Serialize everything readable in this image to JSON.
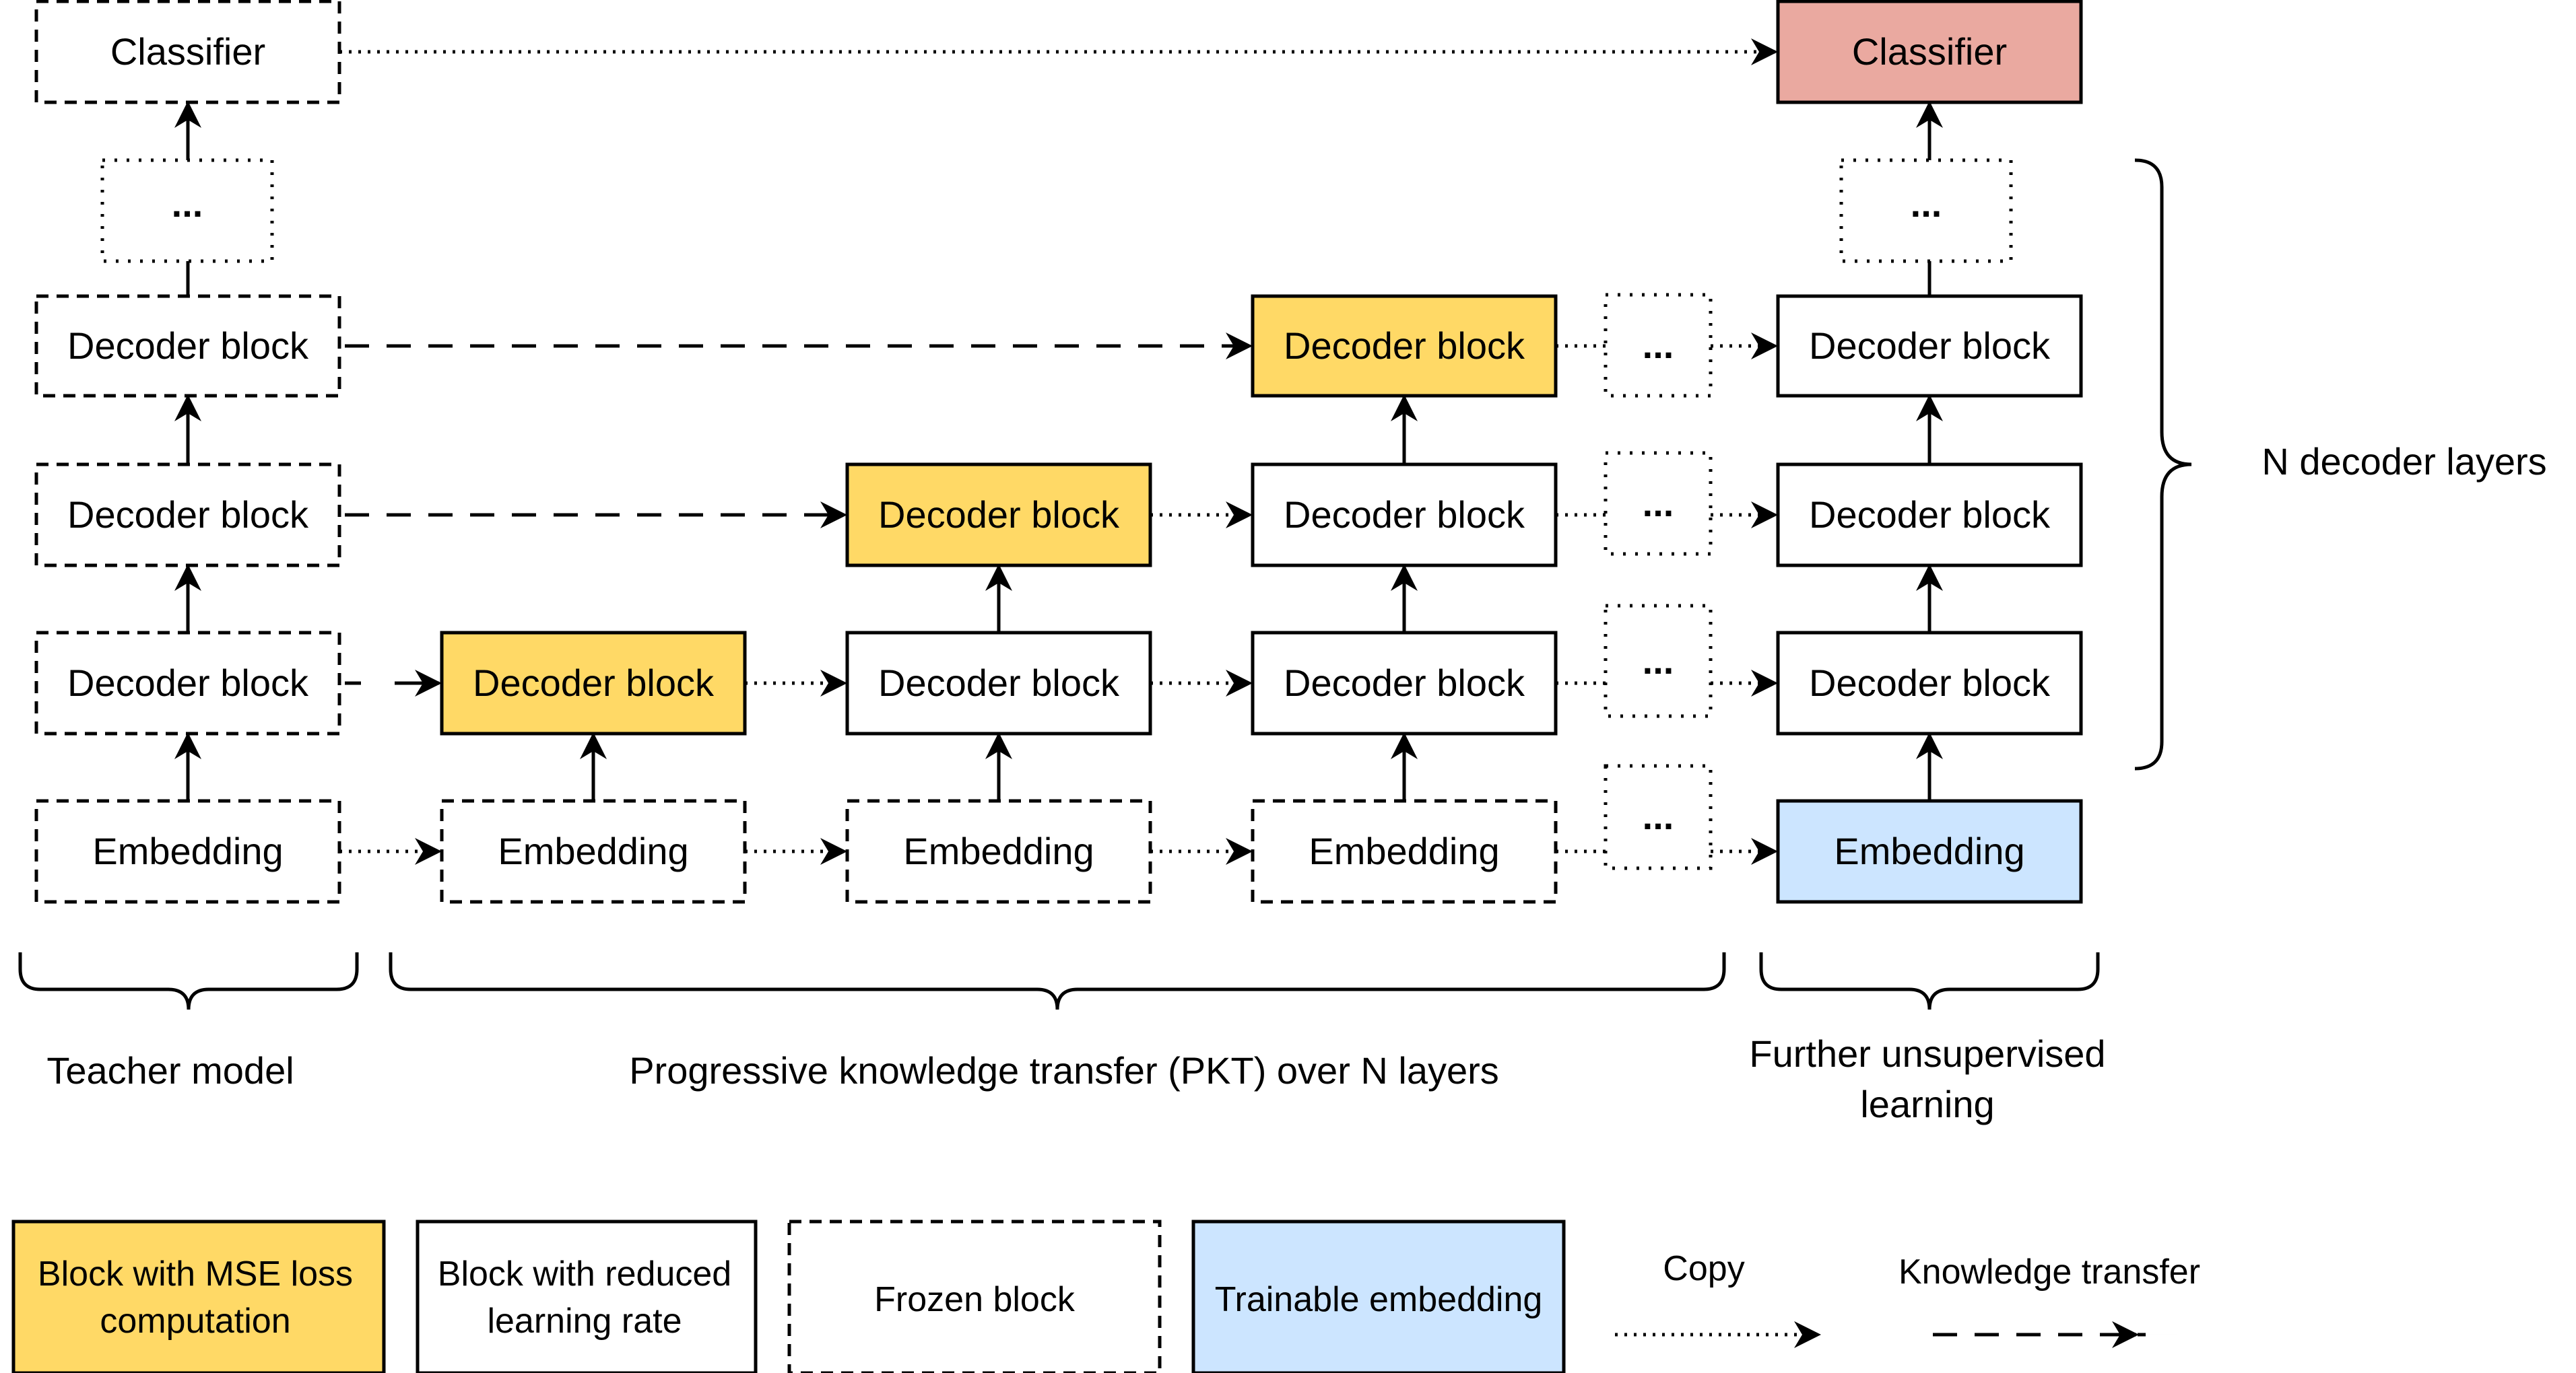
{
  "colors": {
    "mse_block": "#ffd966",
    "trainable_embedding": "#cce5ff",
    "classifier_trainable": "#eaa9a0",
    "plain": "#ffffff",
    "stroke": "#000000"
  },
  "teacher": {
    "classifier": "Classifier",
    "ellipsis": "...",
    "decoder_3": "Decoder block",
    "decoder_2": "Decoder block",
    "decoder_1": "Decoder block",
    "embedding": "Embedding"
  },
  "pkt1": {
    "decoder_1": "Decoder block",
    "embedding": "Embedding"
  },
  "pkt2": {
    "decoder_2": "Decoder block",
    "decoder_1": "Decoder block",
    "embedding": "Embedding"
  },
  "pkt3": {
    "decoder_3": "Decoder block",
    "decoder_2": "Decoder block",
    "decoder_1": "Decoder block",
    "embedding": "Embedding"
  },
  "gap": {
    "ellipsis_1": "...",
    "ellipsis_2": "...",
    "ellipsis_3": "...",
    "ellipsis_4": "..."
  },
  "final": {
    "classifier": "Classifier",
    "ellipsis": "...",
    "decoder_3": "Decoder block",
    "decoder_2": "Decoder block",
    "decoder_1": "Decoder block",
    "embedding": "Embedding"
  },
  "captions": {
    "teacher": "Teacher model",
    "pkt": "Progressive knowledge transfer (PKT) over N layers",
    "further_line1": "Further unsupervised",
    "further_line2": "learning",
    "n_layers": "N decoder layers"
  },
  "legend": {
    "mse_line1": "Block with MSE loss",
    "mse_line2": "computation",
    "reduced_line1": "Block with reduced",
    "reduced_line2": "learning rate",
    "frozen": "Frozen block",
    "trainable": "Trainable embedding",
    "copy": "Copy",
    "knowledge_transfer": "Knowledge transfer"
  }
}
